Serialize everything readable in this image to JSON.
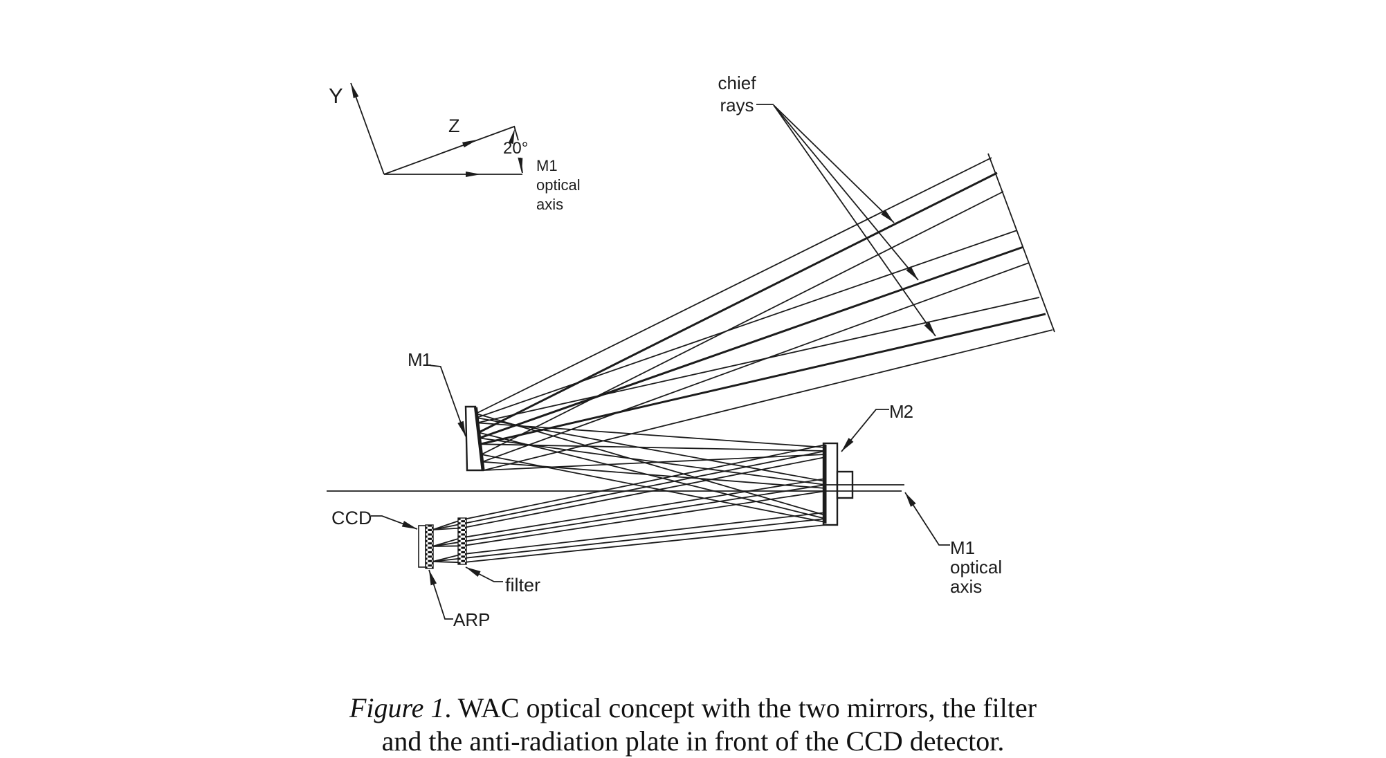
{
  "coord_widget": {
    "y_label": "Y",
    "z_label": "Z",
    "angle_label": "20°",
    "m1_axis_label": "M1\noptical\naxis"
  },
  "component_labels": {
    "chief_rays": "chief\nrays",
    "m1": "M1",
    "m2": "M2",
    "ccd": "CCD",
    "filter": "filter",
    "arp": "ARP",
    "m1_optical_axis": "M1\noptical\naxis"
  },
  "caption": {
    "figure_label": "Figure 1",
    "line1_rest": ". WAC optical concept with the two mirrors, the filter",
    "line2": "and the anti-radiation plate in front of the CCD detector."
  },
  "colors": {
    "line": "#1c1c1c",
    "background": "#ffffff"
  }
}
